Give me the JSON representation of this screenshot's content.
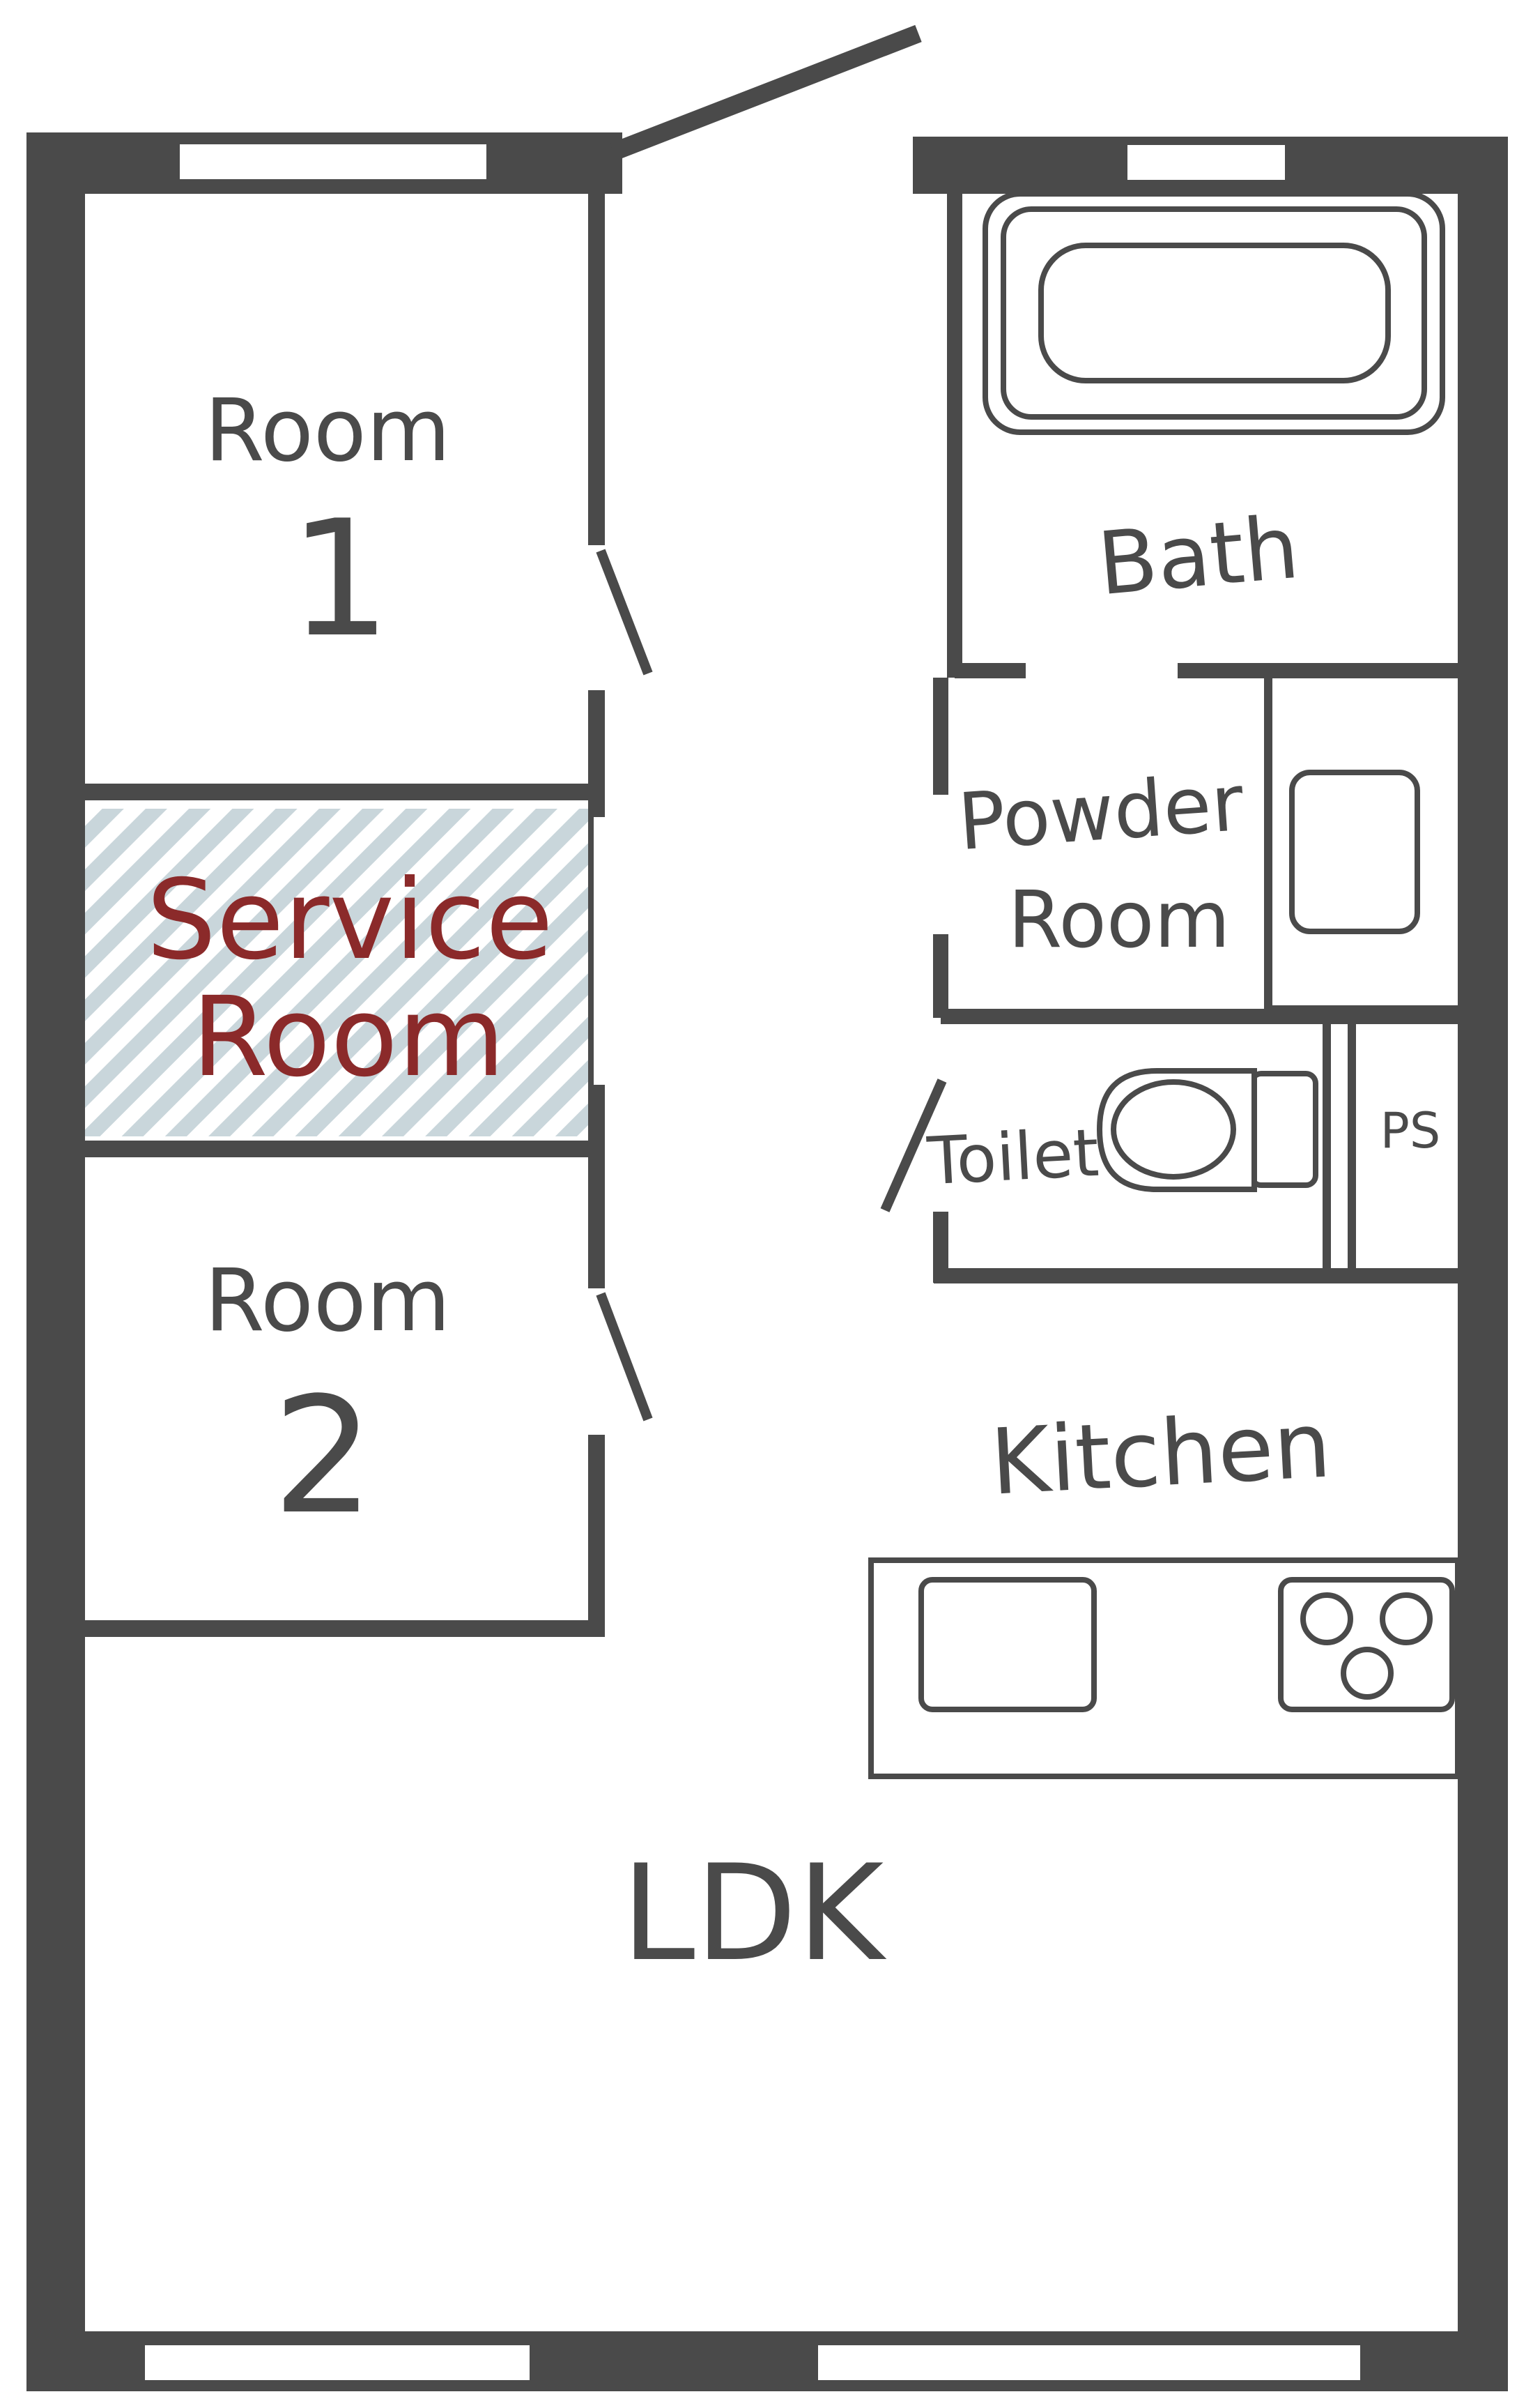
{
  "floorplan": {
    "rooms": {
      "room1": {
        "label": "Room",
        "number": "1"
      },
      "service_room": {
        "line1": "Service",
        "line2": "Room"
      },
      "room2": {
        "label": "Room",
        "number": "2"
      },
      "bath": {
        "label": "Bath"
      },
      "powder_room": {
        "line1": "Powder",
        "line2": "Room"
      },
      "toilet": {
        "label": "Toilet"
      },
      "ps": {
        "label": "PS"
      },
      "kitchen": {
        "label": "Kitchen"
      },
      "ldk": {
        "label": "LDK"
      }
    },
    "colors": {
      "wall": "#4a4a4a",
      "window": "#ffffff",
      "service_hatch_stripe": "#c9d6db",
      "service_text": "#8b2a2a",
      "label_text": "#4a4a4a"
    }
  }
}
